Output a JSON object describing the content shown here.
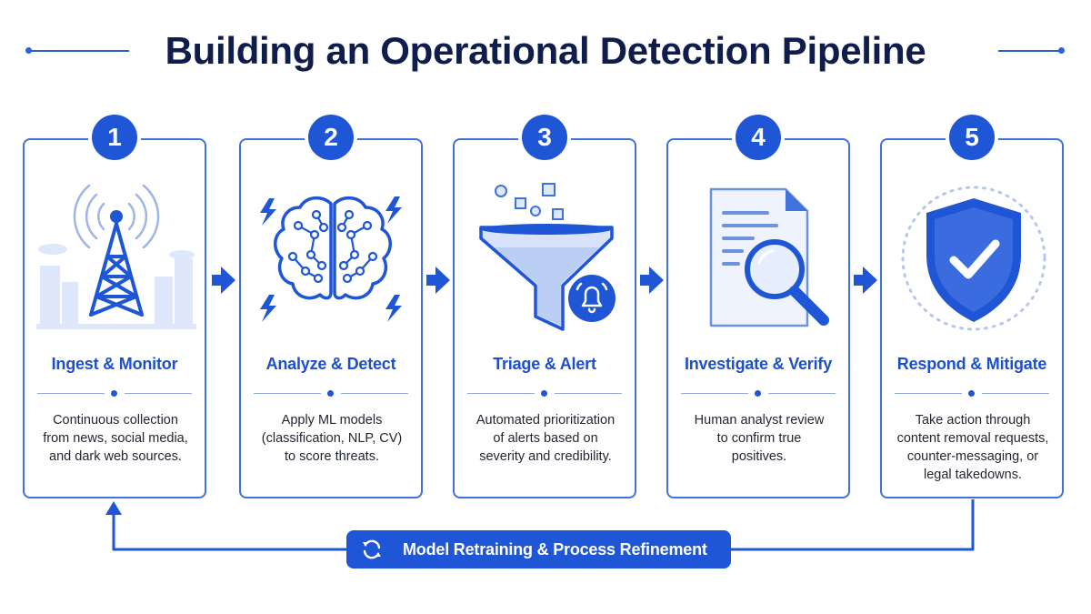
{
  "title": "Building an Operational Detection Pipeline",
  "colors": {
    "primary": "#1f56d6",
    "title": "#0f1d4d",
    "card_border": "#3f72dc",
    "light_blue": "#dfe8fb"
  },
  "steps": [
    {
      "number": "1",
      "icon": "radio-tower-icon",
      "title": "Ingest & Monitor",
      "desc": [
        "Continuous collection",
        "from news, social media,",
        "and dark web sources."
      ]
    },
    {
      "number": "2",
      "icon": "brain-icon",
      "title": "Analyze & Detect",
      "desc": [
        "Apply ML models",
        "(classification, NLP, CV)",
        "to score threats."
      ]
    },
    {
      "number": "3",
      "icon": "funnel-alert-icon",
      "title": "Triage & Alert",
      "desc": [
        "Automated prioritization",
        "of alerts based on",
        "severity and credibility."
      ]
    },
    {
      "number": "4",
      "icon": "document-magnifier-icon",
      "title": "Investigate & Verify",
      "desc": [
        "Human analyst review",
        "to confirm true",
        "positives."
      ]
    },
    {
      "number": "5",
      "icon": "shield-check-icon",
      "title": "Respond & Mitigate",
      "desc": [
        "Take action through",
        "content removal requests,",
        "counter-messaging, or",
        "legal takedowns."
      ]
    }
  ],
  "feedback_loop": {
    "icon": "refresh-icon",
    "label": "Model Retraining & Process Refinement"
  }
}
